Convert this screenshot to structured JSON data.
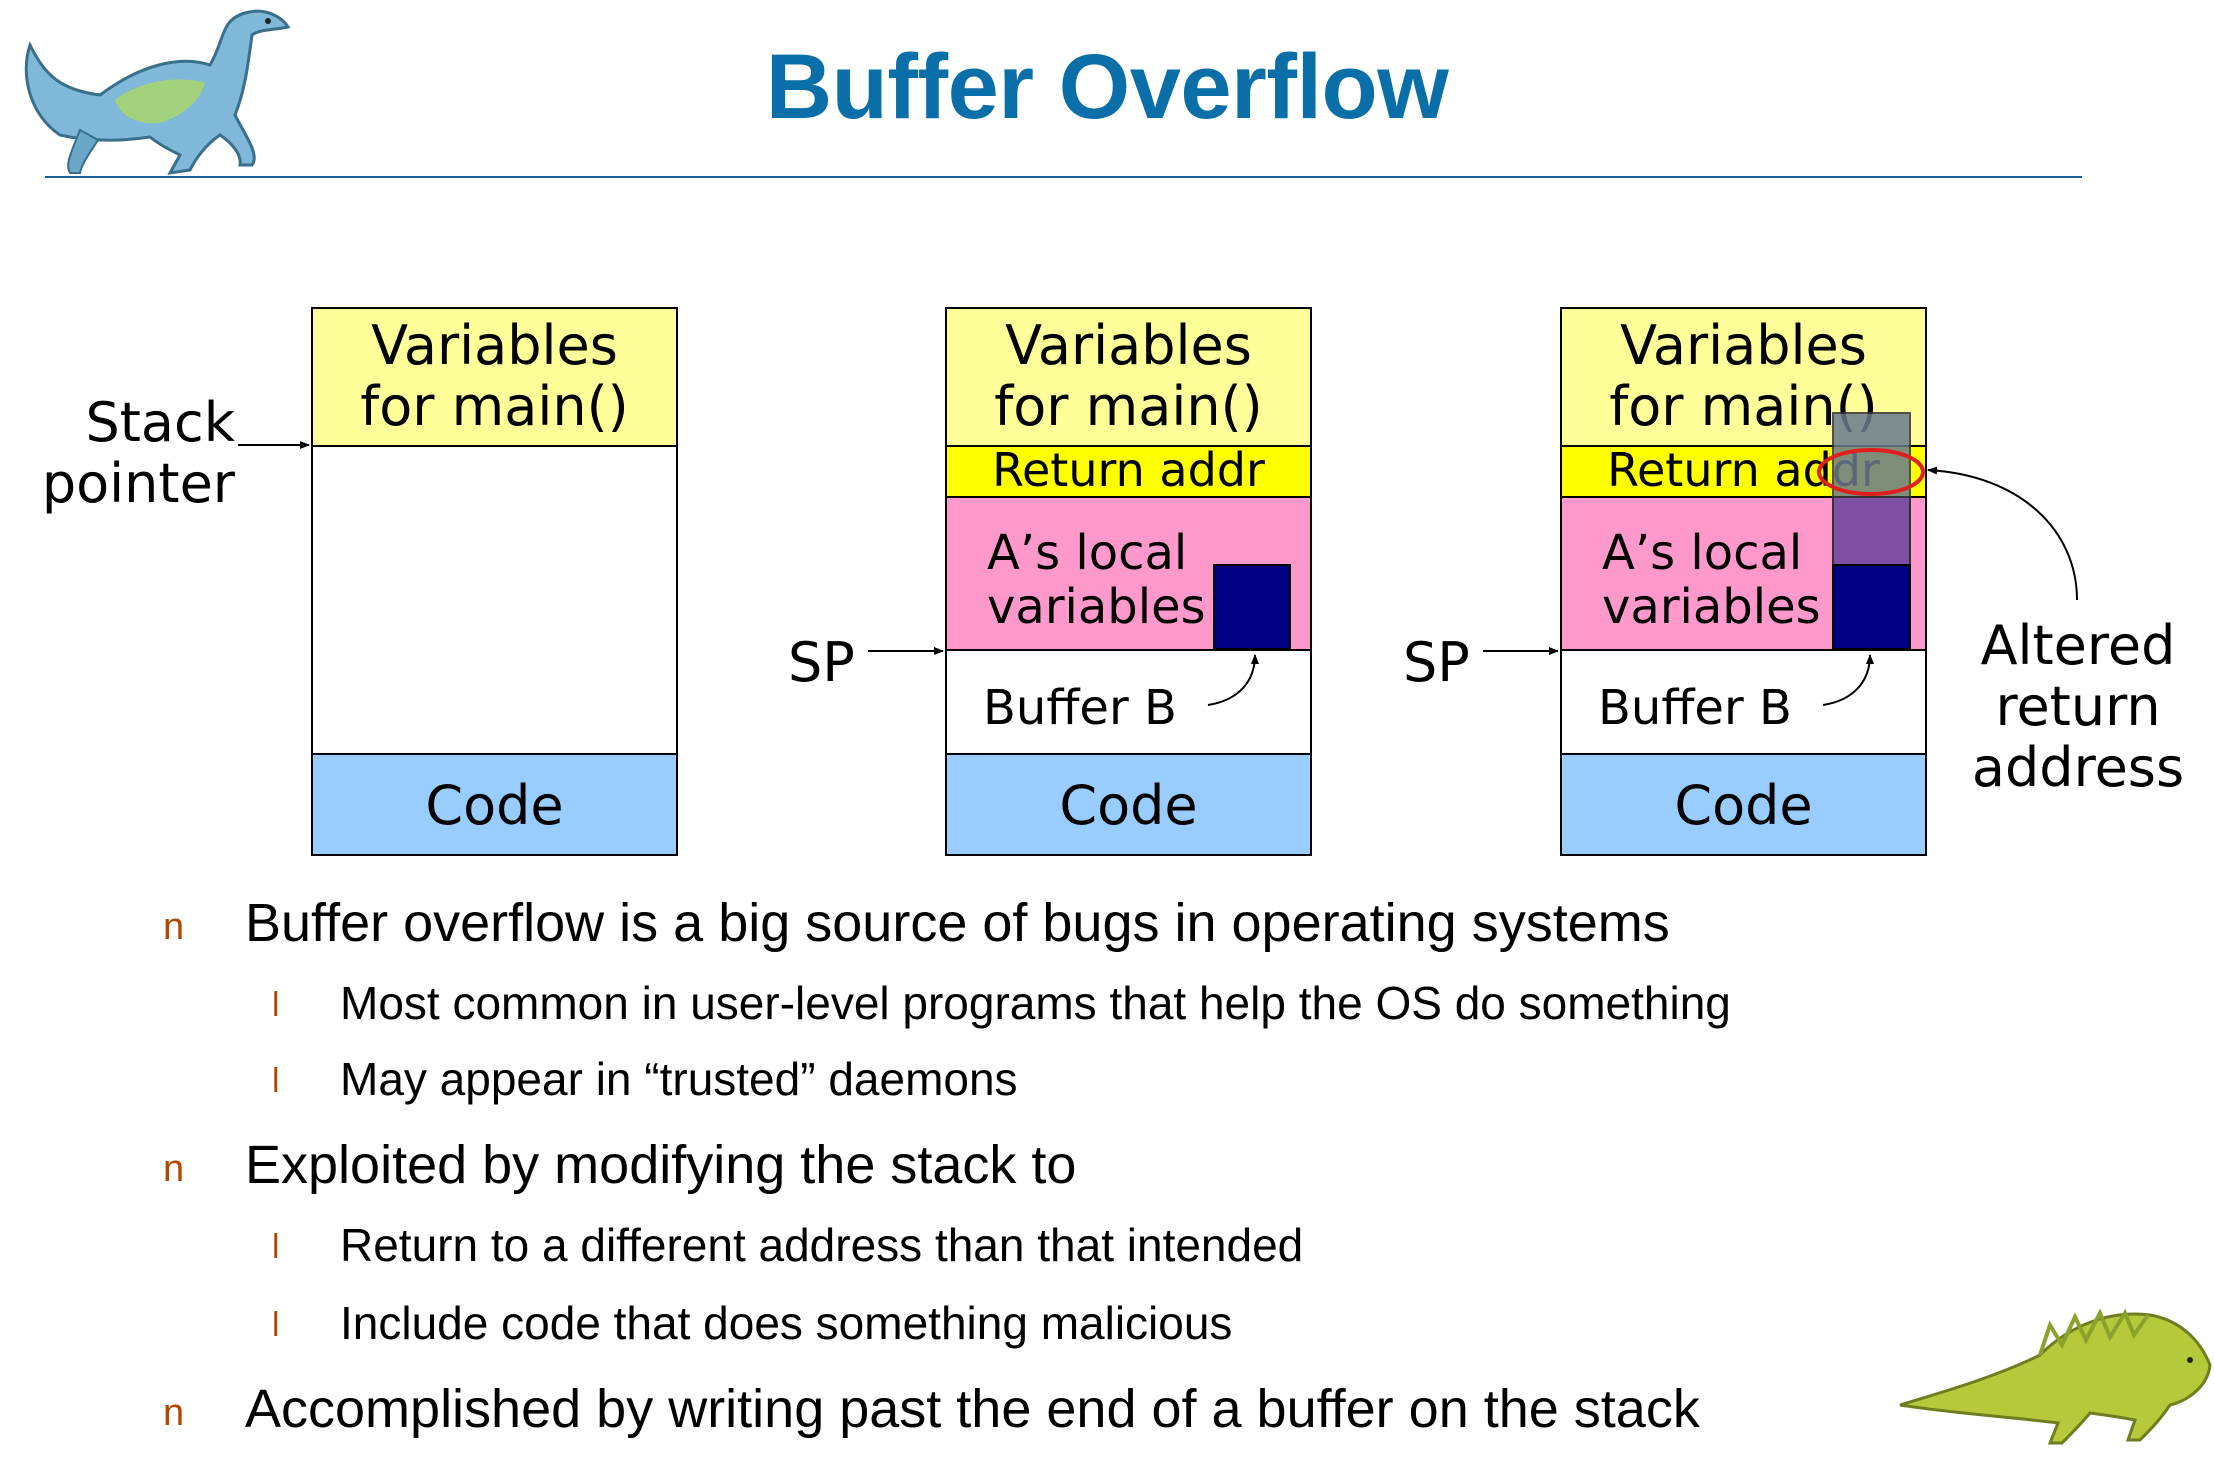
{
  "slide": {
    "title": "Buffer Overflow"
  },
  "diagram": {
    "stacks": [
      {
        "pointer_label": "Stack\npointer",
        "segments": {
          "main_vars": "Variables\nfor main()",
          "code": "Code"
        }
      },
      {
        "pointer_label": "SP",
        "segments": {
          "main_vars": "Variables\nfor main()",
          "return_addr": "Return addr",
          "local_vars": "A’s local\nvariables",
          "buffer": "Buffer B",
          "code": "Code"
        }
      },
      {
        "pointer_label": "SP",
        "segments": {
          "main_vars": "Variables\nfor main()",
          "return_addr": "Return addr",
          "local_vars": "A’s local\nvariables",
          "buffer": "Buffer B",
          "code": "Code"
        },
        "annotation": "Altered\nreturn\naddress"
      }
    ],
    "colors": {
      "main_vars": "#ffff99",
      "return_addr": "#ffff00",
      "local_vars": "#ff99cc",
      "buffer": "#ffffff",
      "code": "#99ccff",
      "overflow_dark": "#000080",
      "overflow_purple": "#7f4fa3",
      "overflow_gray": "#6b7a8f",
      "highlight_circle": "#e02020"
    }
  },
  "bullets": [
    {
      "marker": "n",
      "text": "Buffer overflow is a big source of bugs in operating systems",
      "children": [
        {
          "marker": "l",
          "text": "Most common in user-level programs that help the OS do something"
        },
        {
          "marker": "l",
          "text": "May appear in “trusted” daemons"
        }
      ]
    },
    {
      "marker": "n",
      "text": "Exploited by modifying the stack to",
      "children": [
        {
          "marker": "l",
          "text": "Return to a different address than that intended"
        },
        {
          "marker": "l",
          "text": "Include code that does something malicious"
        }
      ]
    },
    {
      "marker": "n",
      "text": "Accomplished by writing past the end of a buffer on the stack",
      "children": []
    }
  ],
  "icons": {
    "top_left": "dinosaur-icon",
    "bottom_right": "dinosaur-icon"
  }
}
